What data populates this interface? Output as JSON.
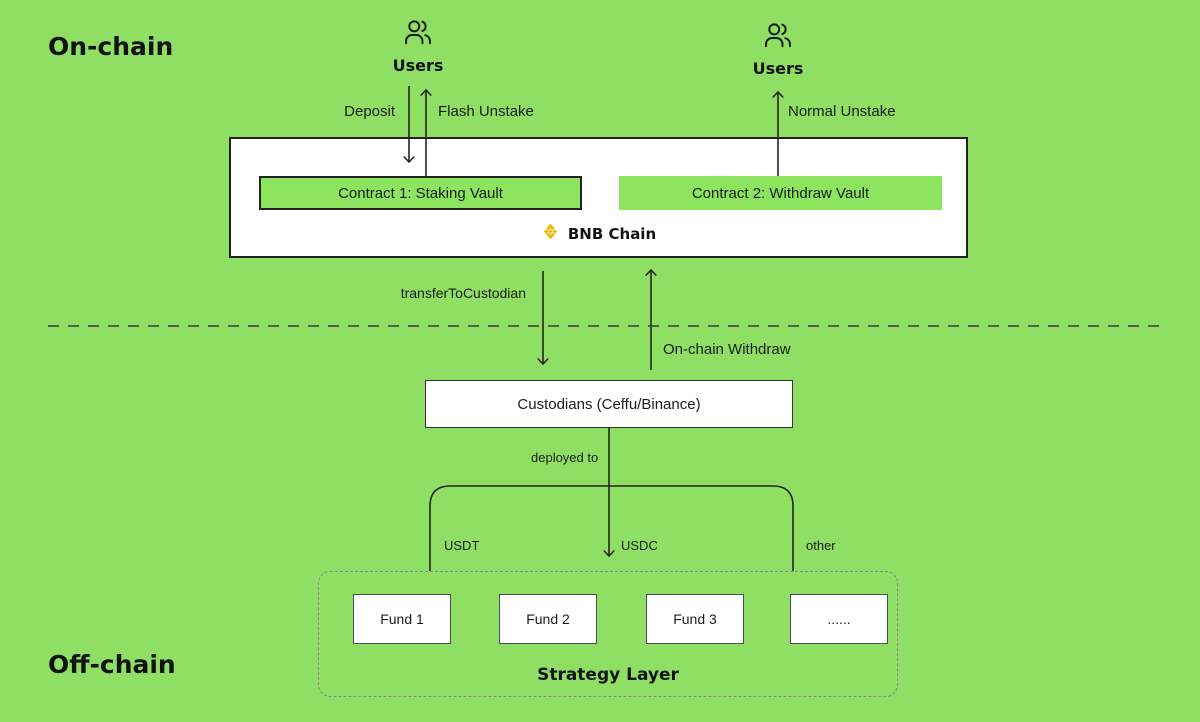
{
  "colors": {
    "background": "#8EDF63",
    "panel_green": "#8DE45E",
    "ink": "#1C1C1C",
    "line": "#242424",
    "white": "#FFFFFF",
    "bnb_yellow": "#F0B90B",
    "strategy_dash": "#7E8A96",
    "fund_border": "#4A4F55"
  },
  "zones": {
    "onchain": "On-chain",
    "offchain": "Off-chain"
  },
  "users_left": {
    "label": "Users"
  },
  "users_right": {
    "label": "Users"
  },
  "flows": {
    "deposit": "Deposit",
    "flash_unstake": "Flash Unstake",
    "normal_unstake": "Normal Unstake",
    "transfer_to_custodian": "transferToCustodian",
    "onchain_withdraw": "On-chain Withdraw",
    "deployed_to": "deployed to",
    "usdt": "USDT",
    "usdc": "USDC",
    "other": "other"
  },
  "chain_box": {
    "contract1": "Contract 1: Staking Vault",
    "contract2": "Contract 2: Withdraw Vault",
    "chain_label": "BNB Chain"
  },
  "custodians": {
    "label": "Custodians (Ceffu/Binance)"
  },
  "strategy": {
    "title": "Strategy Layer",
    "funds": [
      "Fund 1",
      "Fund 2",
      "Fund 3",
      "......"
    ]
  }
}
